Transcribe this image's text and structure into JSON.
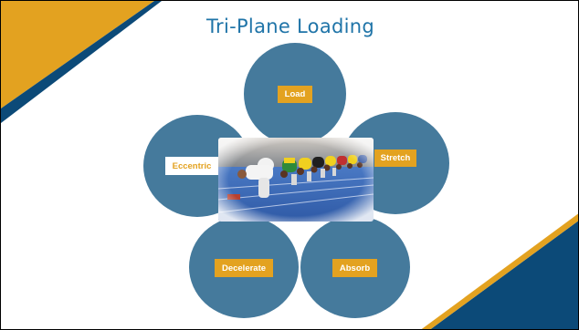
{
  "title": "Tri-Plane Loading",
  "colors": {
    "accent_gold": "#e3a220",
    "navy": "#0c4a78",
    "circle_blue": "#457a9c",
    "title_blue": "#1f74a8"
  },
  "circles": [
    {
      "id": "load",
      "label": "Load"
    },
    {
      "id": "eccentric",
      "label": "Eccentric"
    },
    {
      "id": "stretch",
      "label": "Stretch"
    },
    {
      "id": "decelerate",
      "label": "Decelerate"
    },
    {
      "id": "absorb",
      "label": "Absorb"
    }
  ],
  "photo": {
    "subject": "sprinters in starting blocks"
  }
}
